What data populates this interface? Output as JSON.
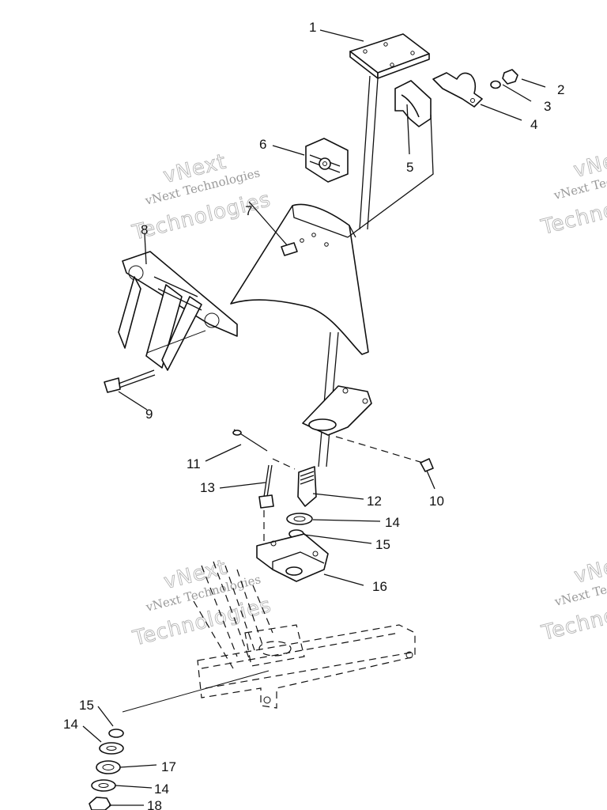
{
  "watermark": {
    "line1": "vNext Technologies",
    "line2": "Technologies",
    "line3": "vNext"
  },
  "callouts": [
    "1",
    "2",
    "3",
    "4",
    "5",
    "6",
    "7",
    "8",
    "9",
    "10",
    "11",
    "12",
    "13",
    "14",
    "15",
    "16",
    "15",
    "14",
    "17",
    "14",
    "18"
  ]
}
